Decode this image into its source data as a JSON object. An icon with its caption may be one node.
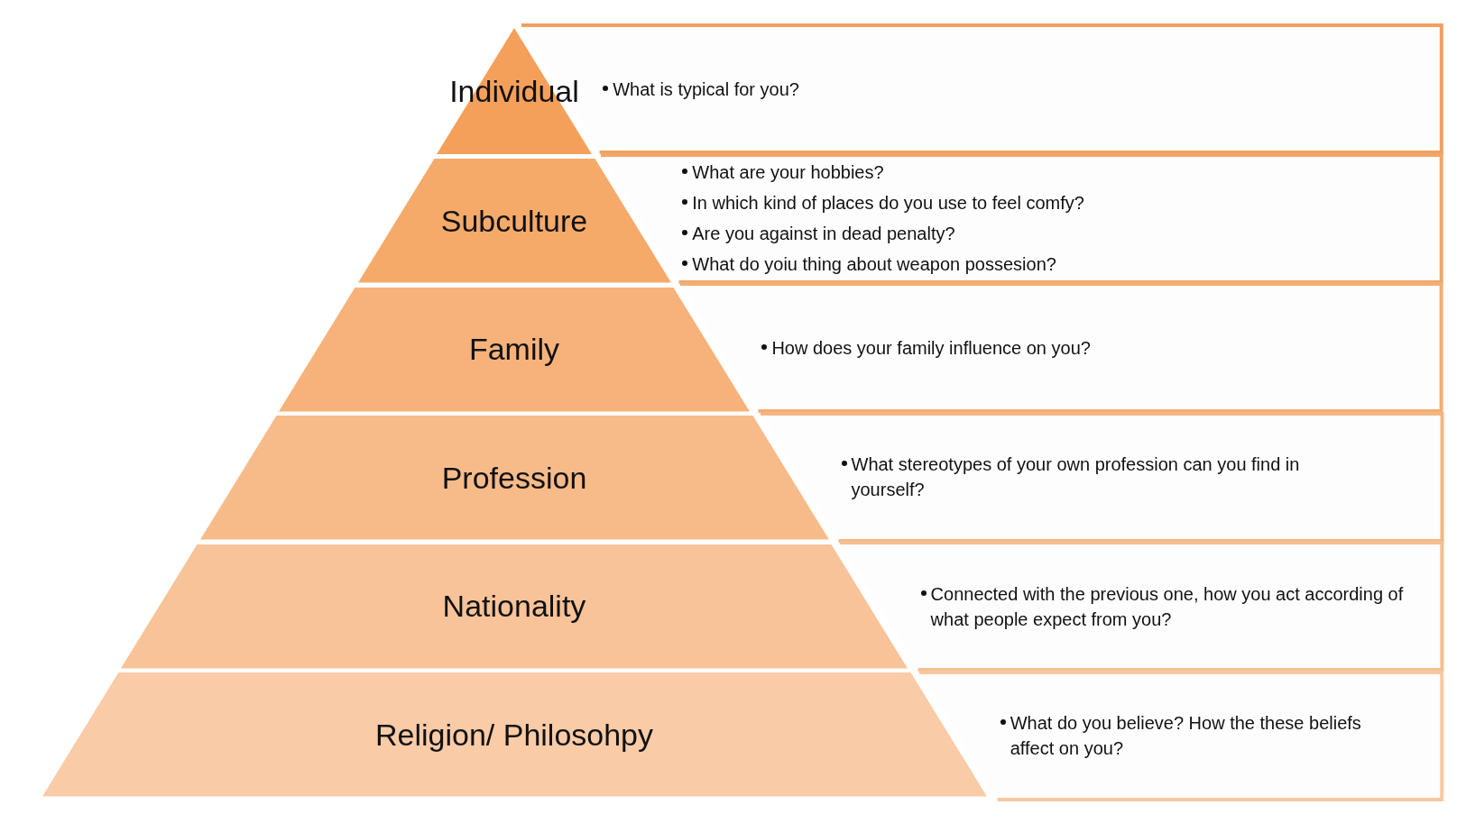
{
  "diagram": {
    "nodes": [
      {
        "text": [
          "Individual"
        ]
      },
      {
        "text": [
          "What is typical for you?"
        ]
      },
      {
        "text": [
          "Subculture"
        ]
      },
      {
        "text": [
          "What are your hobbies?",
          "In which kind of places do you use to feel comfy?",
          "Are you against in dead penalty?",
          "What do yoiu thing about weapon possesion?"
        ]
      },
      {
        "text": [
          "Family"
        ]
      },
      {
        "text": [
          "How does your family influence on you?"
        ]
      },
      {
        "text": [
          "Profession"
        ]
      },
      {
        "text": [
          "What stereotypes of your own profession can you find in yourself?"
        ]
      },
      {
        "text": [
          "Nationality"
        ]
      },
      {
        "text": [
          "Connected with the previous one, how you act according of what people expect from you?"
        ]
      },
      {
        "text": [
          "Religion/ Philosohpy"
        ]
      },
      {
        "text": [
          "What do you believe? How the these beliefs affect on you?"
        ]
      }
    ]
  }
}
